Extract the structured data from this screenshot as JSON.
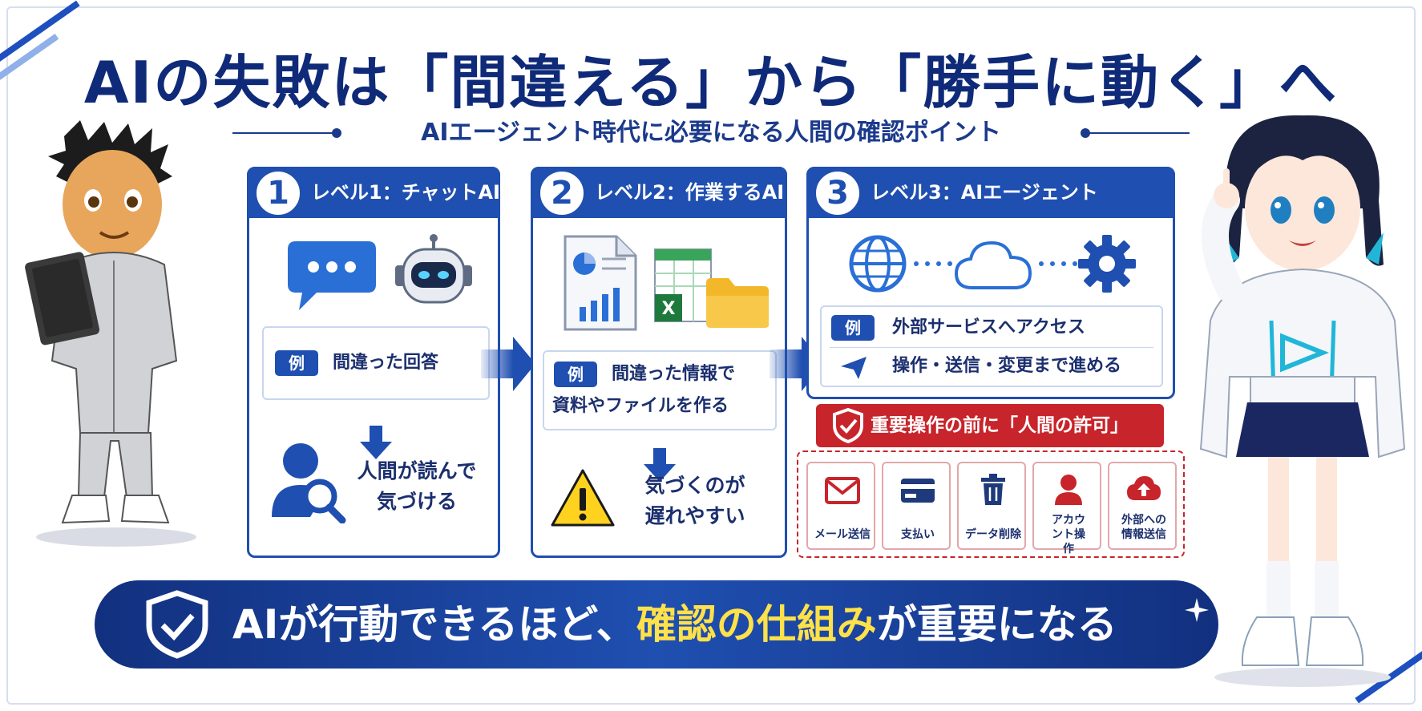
{
  "title": "AIの失敗は「間違える」から「勝手に動く」へ",
  "subtitle": "AIエージェント時代に必要になる人間の確認ポイント",
  "panels": [
    {
      "number": "1",
      "title": "レベル1：チャットAI",
      "example_tag": "例",
      "example_lines": [
        "間違った回答"
      ],
      "result_lines": [
        "人間が読んで",
        "気づける"
      ]
    },
    {
      "number": "2",
      "title": "レベル2：作業するAI",
      "example_tag": "例",
      "example_lines": [
        "間違った情報で",
        "資料やファイルを作る"
      ],
      "result_lines": [
        "気づくのが",
        "遅れやすい"
      ]
    },
    {
      "number": "3",
      "title": "レベル3：AIエージェント",
      "example_tag": "例",
      "example_lines": [
        "外部サービスへアクセス",
        "操作・送信・変更まで進める"
      ]
    }
  ],
  "approval": {
    "banner": "重要操作の前に「人間の許可」",
    "operations": [
      {
        "label": "メール送信",
        "icon": "mail-icon"
      },
      {
        "label": "支払い",
        "icon": "credit-card-icon"
      },
      {
        "label": "データ削除",
        "icon": "trash-icon"
      },
      {
        "label": "アカウント操作",
        "icon": "user-icon"
      },
      {
        "label": "外部への情報送信",
        "icon": "cloud-upload-icon"
      }
    ]
  },
  "bottom": {
    "prefix": "AIが行動できるほど、",
    "highlight": "確認の仕組み",
    "suffix": "が重要になる"
  },
  "colors": {
    "navy": "#0f2a78",
    "blue": "#1f4fb0",
    "red": "#c8242b",
    "yellow": "#ffe14a"
  }
}
